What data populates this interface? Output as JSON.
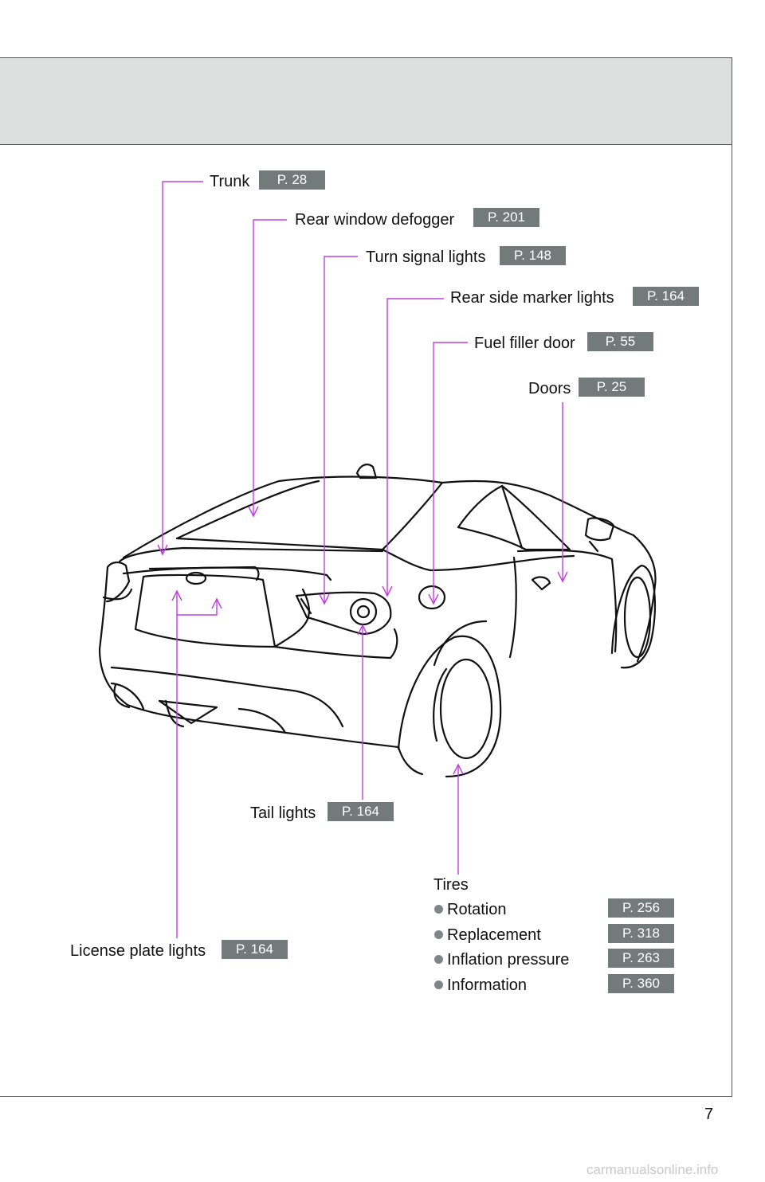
{
  "callouts": {
    "trunk": {
      "label": "Trunk",
      "page": "P. 28"
    },
    "rear_window_defogger": {
      "label": "Rear window defogger",
      "page": "P. 201"
    },
    "turn_signal_lights": {
      "label": "Turn signal lights",
      "page": "P. 148"
    },
    "rear_side_marker_lights": {
      "label": "Rear side marker lights",
      "page": "P. 164"
    },
    "fuel_filler_door": {
      "label": "Fuel filler door",
      "page": "P. 55"
    },
    "doors": {
      "label": "Doors",
      "page": "P. 25"
    },
    "tail_lights": {
      "label": "Tail lights",
      "page": "P. 164"
    },
    "license_plate_lights": {
      "label": "License plate lights",
      "page": "P. 164"
    }
  },
  "tires": {
    "title": "Tires",
    "items": [
      {
        "label": "Rotation",
        "page": "P. 256"
      },
      {
        "label": "Replacement",
        "page": "P. 318"
      },
      {
        "label": "Inflation pressure",
        "page": "P. 263"
      },
      {
        "label": "Information",
        "page": "P. 360"
      }
    ]
  },
  "page_number": "7",
  "watermark": "carmanualsonline.info",
  "colors": {
    "leader": "#c23fe0",
    "badge": "#727b7a",
    "header_band": "#dde0df"
  }
}
